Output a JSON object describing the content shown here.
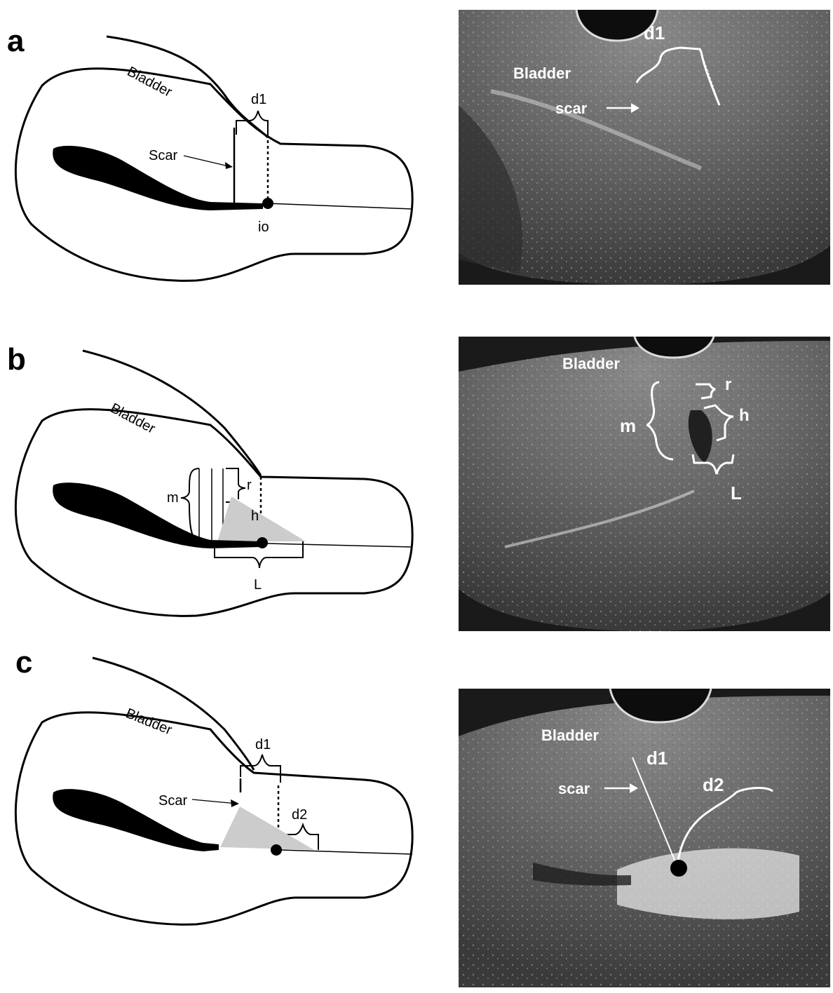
{
  "panels": [
    {
      "letter": "a",
      "sketch": {
        "bladder": "Bladder",
        "scar": "Scar",
        "d1": "d1",
        "io": "io"
      },
      "ultrasound": {
        "bladder": "Bladder",
        "scar": "scar",
        "d1": "d1"
      }
    },
    {
      "letter": "b",
      "sketch": {
        "bladder": "Bladder",
        "m": "m",
        "r": "r",
        "h": "h",
        "L": "L"
      },
      "ultrasound": {
        "bladder": "Bladder",
        "m": "m",
        "r": "r",
        "h": "h",
        "L": "L"
      }
    },
    {
      "letter": "c",
      "sketch": {
        "bladder": "Bladder",
        "scar": "Scar",
        "d1": "d1",
        "d2": "d2"
      },
      "ultrasound": {
        "bladder": "Bladder",
        "scar": "scar",
        "d1": "d1",
        "d2": "d2"
      }
    }
  ],
  "colors": {
    "ink": "#000000",
    "shade": "#cccccc",
    "us_bg": "#1a1a1a",
    "us_label": "#ffffff"
  }
}
